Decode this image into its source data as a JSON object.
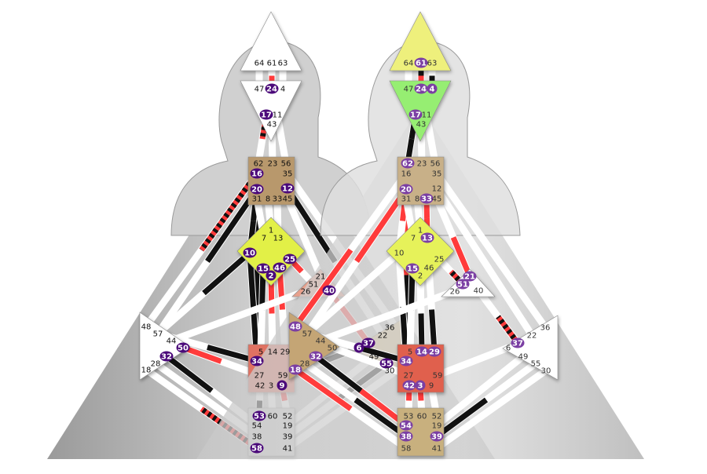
{
  "charts": [
    {
      "name": "left-bodygraph",
      "circle_color": "#4b0a7a",
      "centers": {
        "head": {
          "fill": "#ffffff",
          "gates": [
            "64",
            "61",
            "63"
          ]
        },
        "ajna": {
          "fill": "#ffffff",
          "gates": [
            "47",
            "24",
            "4",
            "17",
            "11",
            "43"
          ]
        },
        "throat": {
          "fill": "#b8986c",
          "gates": [
            "62",
            "23",
            "56",
            "16",
            "35",
            "20",
            "12",
            "31",
            "8",
            "33",
            "45"
          ]
        },
        "g": {
          "fill": "#e2f046",
          "gates": [
            "1",
            "7",
            "13",
            "10",
            "25",
            "15",
            "46",
            "2"
          ]
        },
        "ego": {
          "fill": "#e8a08c",
          "gates": [
            "21",
            "51",
            "26",
            "40"
          ]
        },
        "spleen": {
          "fill": "#ffffff",
          "gates": [
            "48",
            "57",
            "44",
            "50",
            "32",
            "28",
            "18"
          ]
        },
        "solar": {
          "fill": "#d6bd8c",
          "gates": [
            "36",
            "22",
            "37",
            "6",
            "49",
            "55",
            "30"
          ]
        },
        "sacral": {
          "fill": "#e07262",
          "gates": [
            "5",
            "14",
            "29",
            "34",
            "27",
            "59",
            "42",
            "3",
            "9"
          ]
        },
        "root": {
          "fill": "#d4d4d4",
          "gates": [
            "53",
            "60",
            "52",
            "54",
            "19",
            "38",
            "39",
            "58",
            "41"
          ]
        }
      },
      "active_gates": {
        "24": "design",
        "17": "both",
        "16": "both",
        "20": "personality",
        "12": "personality",
        "10": "personality",
        "25": "design",
        "15": "personality",
        "46": "design",
        "2": "design",
        "40": "design",
        "50": "design",
        "32": "personality",
        "34": "personality",
        "9": "design",
        "53": "personality",
        "58": "both",
        "37": "design",
        "6": "personality",
        "55": "personality"
      }
    },
    {
      "name": "right-bodygraph",
      "circle_color": "#7b3fa3",
      "centers": {
        "head": {
          "fill": "#eef07c",
          "gates": [
            "64",
            "61",
            "63"
          ]
        },
        "ajna": {
          "fill": "#96ee72",
          "gates": [
            "47",
            "24",
            "4",
            "17",
            "11",
            "43"
          ]
        },
        "throat": {
          "fill": "#c8b088",
          "gates": [
            "62",
            "23",
            "56",
            "16",
            "35",
            "20",
            "12",
            "31",
            "8",
            "33",
            "45"
          ]
        },
        "g": {
          "fill": "#e6f25a",
          "gates": [
            "1",
            "7",
            "13",
            "10",
            "25",
            "15",
            "46",
            "2"
          ]
        },
        "ego": {
          "fill": "#ffffff",
          "gates": [
            "21",
            "51",
            "26",
            "40"
          ]
        },
        "spleen": {
          "fill": "#c4a574",
          "gates": [
            "48",
            "57",
            "44",
            "50",
            "32",
            "28",
            "18"
          ]
        },
        "solar": {
          "fill": "#ffffff",
          "gates": [
            "36",
            "22",
            "37",
            "6",
            "49",
            "55",
            "30"
          ]
        },
        "sacral": {
          "fill": "#e0604e",
          "gates": [
            "5",
            "14",
            "29",
            "34",
            "27",
            "59",
            "42",
            "3",
            "9"
          ]
        },
        "root": {
          "fill": "#c8b07e",
          "gates": [
            "53",
            "60",
            "52",
            "54",
            "19",
            "38",
            "39",
            "58",
            "41"
          ]
        }
      },
      "active_gates": {
        "61": "personality",
        "24": "design",
        "4": "personality",
        "17": "personality",
        "62": "personality",
        "20": "design",
        "33": "design",
        "13": "design",
        "15": "personality",
        "21": "design",
        "51": "both",
        "48": "design",
        "32": "personality",
        "18": "design",
        "37": "both",
        "14": "personality",
        "29": "personality",
        "34": "personality",
        "42": "design",
        "3": "design",
        "54": "design",
        "38": "personality",
        "39": "personality"
      }
    }
  ],
  "colors": {
    "design": "#ff3b3b",
    "personality": "#111111",
    "channel": "#ffffff"
  }
}
